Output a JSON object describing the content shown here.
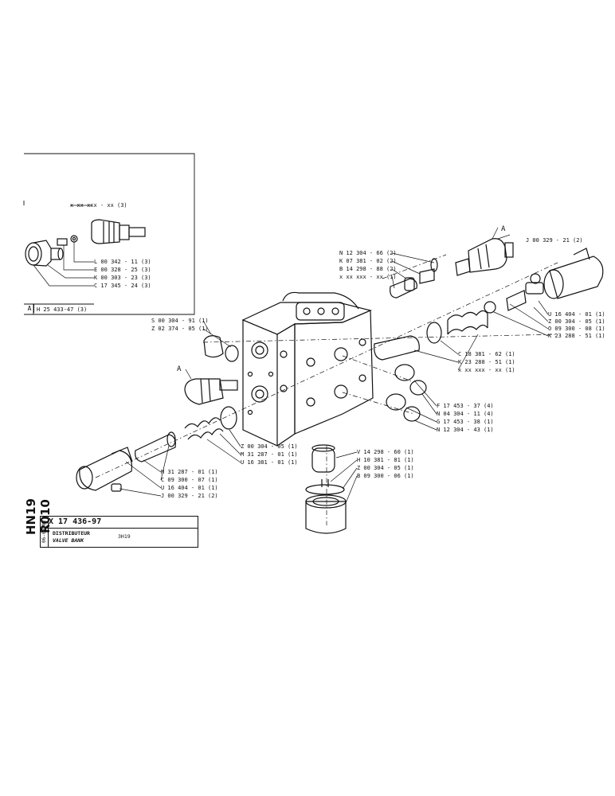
{
  "title_block": {
    "drawing_ref": "HN19 R010",
    "date": "06-09-82",
    "part_number": "X 17 436-97",
    "title_fr": "DISTRIBUTEUR",
    "title_en": "VALVE BANK",
    "model": "3H19"
  },
  "inset": {
    "label": "A",
    "assembly": "H 25 433-47 (3)",
    "callouts": [
      "x xx xxx - xx (3)",
      "L 00 342 - 11 (3)",
      "E 00 328 - 25 (3)",
      "K 00 303 - 23 (3)",
      "C 17 345 - 24 (3)"
    ]
  },
  "markers": {
    "a_left": "A",
    "a_right": "A"
  },
  "callouts_upper": [
    "N 12 304 - 66 (2)",
    "K 07 381 - 02 (2)",
    "B 14 298 - 88 (2)",
    "x xx xxx - xx (1)"
  ],
  "callouts_right": [
    "J 00 329 - 21 (2)",
    "U 16 404 - 01 (1)",
    "Z 00 304 - 05 (1)",
    "O 09 300 - 08 (1)",
    "K 23 288 - 51 (1)"
  ],
  "callouts_mid": [
    "C 18 381 - 62 (1)",
    "K 23 288 - 51 (1)",
    "x xx xxx - xx (1)"
  ],
  "callouts_seals": [
    "F 17 453 - 37 (4)",
    "N 04 304 - 11 (4)",
    "G 17 453 - 38 (1)",
    "N 12 304 - 43 (1)"
  ],
  "callouts_plug": [
    "S 00 304 - 91 (1)",
    "Z 02 374 - 05 (1)"
  ],
  "callouts_lower_left": [
    "Z 00 304 - 05 (1)",
    "M 31 287 - 01 (1)",
    "U 16 381 - 01 (1)"
  ],
  "callouts_spool": [
    "M 31 287 - 01 (1)",
    "C 09 300 - 07 (1)",
    "U 16 404 - 01 (1)",
    "J 00 329 - 21 (2)"
  ],
  "callouts_bottom": [
    "V 14 298 - 60 (1)",
    "H 10 381 - 81 (1)",
    "Z 00 304 - 05 (1)",
    "B 09 300 - 06 (1)"
  ]
}
